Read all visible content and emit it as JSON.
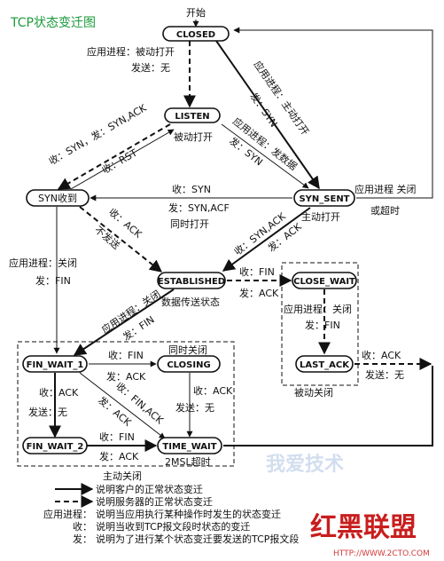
{
  "title": "TCP状态变迁图",
  "states": {
    "closed": "CLOSED",
    "listen": "LISTEN",
    "syn_rcvd": "SYN收到",
    "syn_sent": "SYN_SENT",
    "established": "ESTABLISHED",
    "close_wait": "CLOSE_WAIT",
    "last_ack": "LAST_ACK",
    "fin_wait_1": "FIN_WAIT_1",
    "closing": "CLOSING",
    "fin_wait_2": "FIN_WAIT_2",
    "time_wait": "TIME_WAIT"
  },
  "labels": {
    "start": "开始",
    "closed_listen_1": "应用进程：被动打开",
    "closed_listen_2": "发送：无",
    "listen_passive_open": "被动打开",
    "closed_synsent_1": "应用进程：主动打开",
    "closed_synsent_2": "发：SYN",
    "listen_synsent_1": "应用进程：发数据",
    "listen_synsent_2": "发：SYN",
    "listen_synrcvd_1": "收：SYN，发：SYN,ACK",
    "synrcvd_listen": "收：RST",
    "synsent_synrcvd_1": "收：SYN",
    "synsent_synrcvd_2": "发：SYN,ACF",
    "simultaneous_open": "同时打开",
    "synsent_closed_1": "应用进程 关闭",
    "synsent_closed_2": "或超时",
    "active_open": "主动打开",
    "synrcvd_est_1": "收：ACK",
    "synrcvd_est_2": "不发送",
    "synsent_est_1": "收：SYN,ACK",
    "synsent_est_2": "发：ACK",
    "synrcvd_fw1_1": "应用进程：关闭",
    "synrcvd_fw1_2": "发：FIN",
    "est_closewait_1": "收：FIN",
    "est_closewait_2": "发：ACK",
    "data_transfer": "数据传送状态",
    "est_fw1_1": "应用进程：关闭",
    "est_fw1_2": "发：FIN",
    "cw_la_1": "应用进程：关闭",
    "cw_la_2": "发：FIN",
    "la_closed_1": "收：ACK",
    "la_closed_2": "发送：无",
    "passive_close": "被动关闭",
    "fw1_closing_1": "收：FIN",
    "fw1_closing_2": "发：ACK",
    "simultaneous_close": "同时关闭",
    "fw1_fw2_1": "收：ACK",
    "fw1_fw2_2": "发送：无",
    "fw1_tw_1": "收：FIN,ACK",
    "fw1_tw_2": "发：ACK",
    "closing_tw_1": "收：ACK",
    "closing_tw_2": "发送：无",
    "fw2_tw_1": "收：FIN",
    "fw2_tw_2": "发：ACK",
    "msl_timeout": "2MSL超时",
    "active_close": "主动关闭"
  },
  "legend": {
    "solid": "说明客户的正常状态变迁",
    "dashed": "说明服务器的正常状态变迁",
    "app_key": "应用进程：",
    "app_desc": "说明当应用执行某种操作时发生的状态变迁",
    "recv_key": "收：",
    "recv_desc": "说明当收到TCP报文段时状态的变迁",
    "send_key": "发：",
    "send_desc": "说明为了进行某个状态变迁要发送的TCP报文段"
  },
  "watermark": {
    "logo": "红黑联盟",
    "url": "HTTP://WWW.2CTO.COM",
    "faint": "我爱技术"
  },
  "colors": {
    "title": "#1a9a3a",
    "watermark": "#c81e1e",
    "ink": "#111111"
  }
}
